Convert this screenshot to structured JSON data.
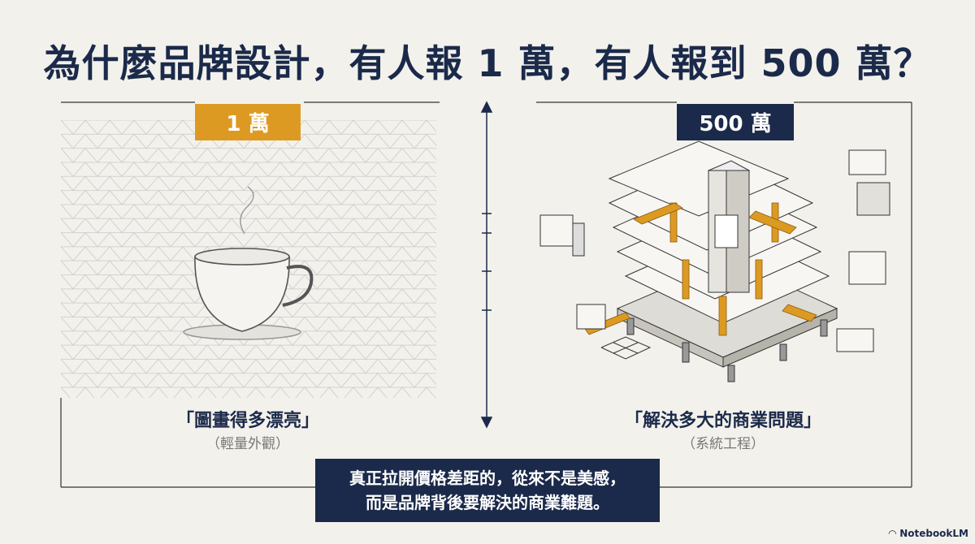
{
  "title": "為什麼品牌設計，有人報 1 萬，有人報到 500 萬？",
  "left": {
    "tag": "1 萬",
    "caption": "「圖畫得多漂亮」",
    "subcaption": "（輕量外觀）"
  },
  "right": {
    "tag": "500 萬",
    "caption": "「解決多大的商業問題」",
    "subcaption": "（系統工程）"
  },
  "callout": {
    "line1": "真正拉開價格差距的，從來不是美感，",
    "line2": "而是品牌背後要解決的商業難題。"
  },
  "brand": "NotebookLM",
  "colors": {
    "navy": "#1b2a4a",
    "orange": "#dd9a22",
    "background": "#f3f1ec"
  }
}
